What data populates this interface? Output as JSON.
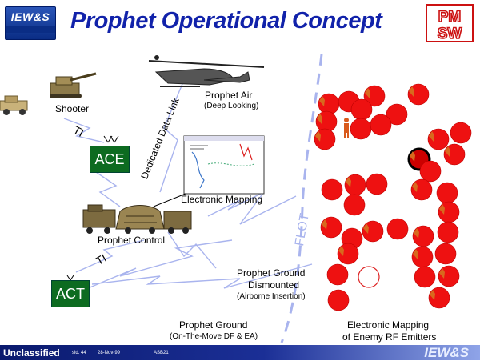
{
  "header": {
    "title": "Prophet Operational Concept",
    "logo_left_main": "IEW&S",
    "logo_right_top": "PM",
    "logo_right_bottom": "SW"
  },
  "nodes": {
    "shooter": "Shooter",
    "prophet_air": "Prophet Air",
    "prophet_air_sub": "(Deep Looking)",
    "dedicated_link": "Dedicated Data Link",
    "ti_top": "TI",
    "ace": "ACE",
    "electronic_mapping": "Electronic Mapping",
    "prophet_control": "Prophet Control",
    "ti_bottom": "TI",
    "act": "ACT",
    "flot": "FLOT",
    "prophet_ground_dismounted_1": "Prophet Ground",
    "prophet_ground_dismounted_2": "Dismounted",
    "prophet_ground_dismounted_sub": "(Airborne Insertion)",
    "prophet_ground": "Prophet Ground",
    "prophet_ground_sub": "(On-The-Move DF & EA)",
    "enemy_mapping_1": "Electronic Mapping",
    "enemy_mapping_2": "of Enemy RF Emitters"
  },
  "footer": {
    "classification": "Unclassified",
    "slide_no": "sld. 44",
    "date": "28-Nov-99",
    "code": "ASB21",
    "logo": "IEW&S"
  },
  "colors": {
    "title": "#1122aa",
    "emitter": "#ee1111",
    "ace_box": "#0d6b20",
    "flot_line": "#a9b4ee",
    "links": "#a9b4ee"
  }
}
